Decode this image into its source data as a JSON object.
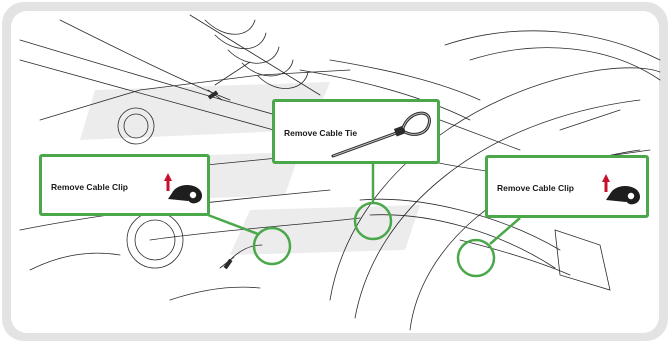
{
  "callouts": {
    "left": {
      "label": "Remove Cable Clip",
      "icon": "cable-clip-icon"
    },
    "center": {
      "label": "Remove Cable Tie",
      "icon": "cable-tie-icon"
    },
    "right": {
      "label": "Remove Cable Clip",
      "icon": "cable-clip-icon"
    }
  },
  "colors": {
    "callout_border": "#4aa84a",
    "panel_background": "#e3e3e3",
    "line_art": "#2b2b2b",
    "clip": "#1e1e1e",
    "arrow": "#c8102e"
  }
}
